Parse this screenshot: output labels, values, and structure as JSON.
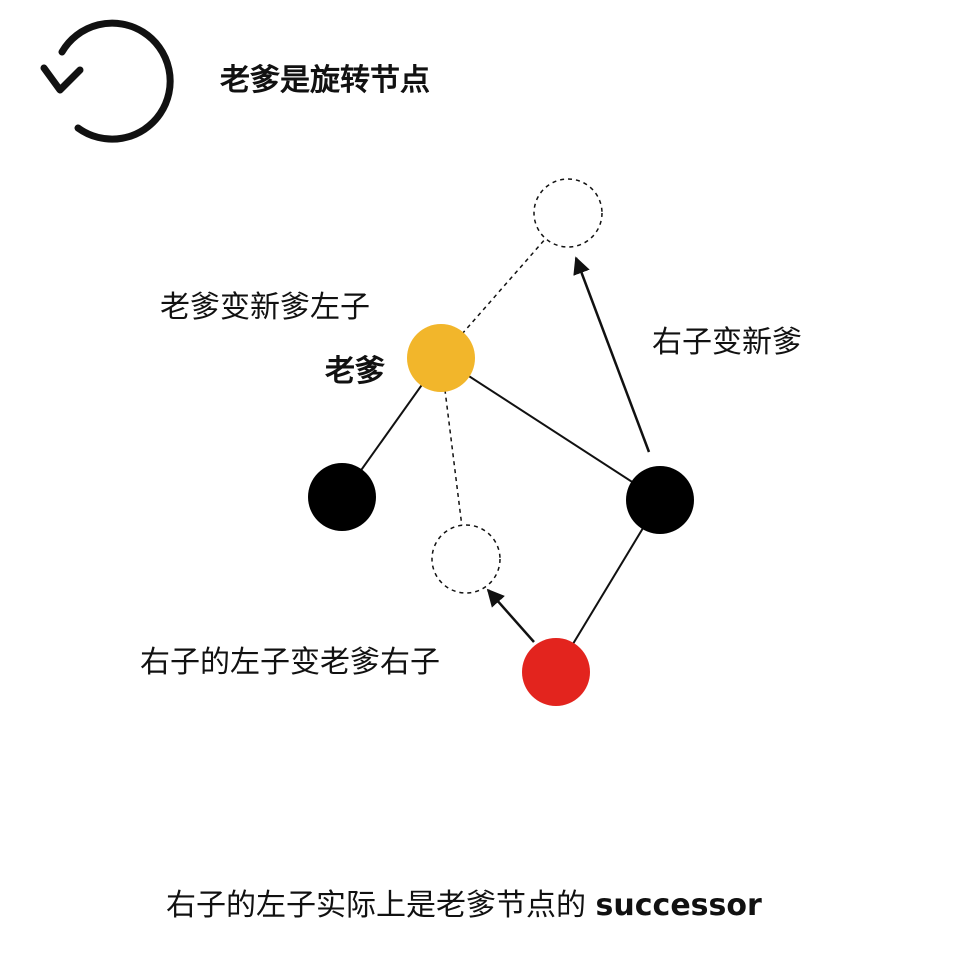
{
  "title": "老爹是旋转节点",
  "labels": {
    "parent_becomes_left": "老爹变新爹左子",
    "parent": "老爹",
    "right_becomes_parent": "右子变新爹",
    "right_left_becomes_parent_right": "右子的左子变老爹右子"
  },
  "caption": {
    "main": "右子的左子实际上是老爹节点的 ",
    "keyword": "successor"
  },
  "colors": {
    "parent_node": "#f2b62b",
    "black_node": "#000000",
    "red_node": "#e3241e",
    "line": "#111111"
  },
  "icons": {
    "rotation": "rotate-counterclockwise-icon"
  }
}
